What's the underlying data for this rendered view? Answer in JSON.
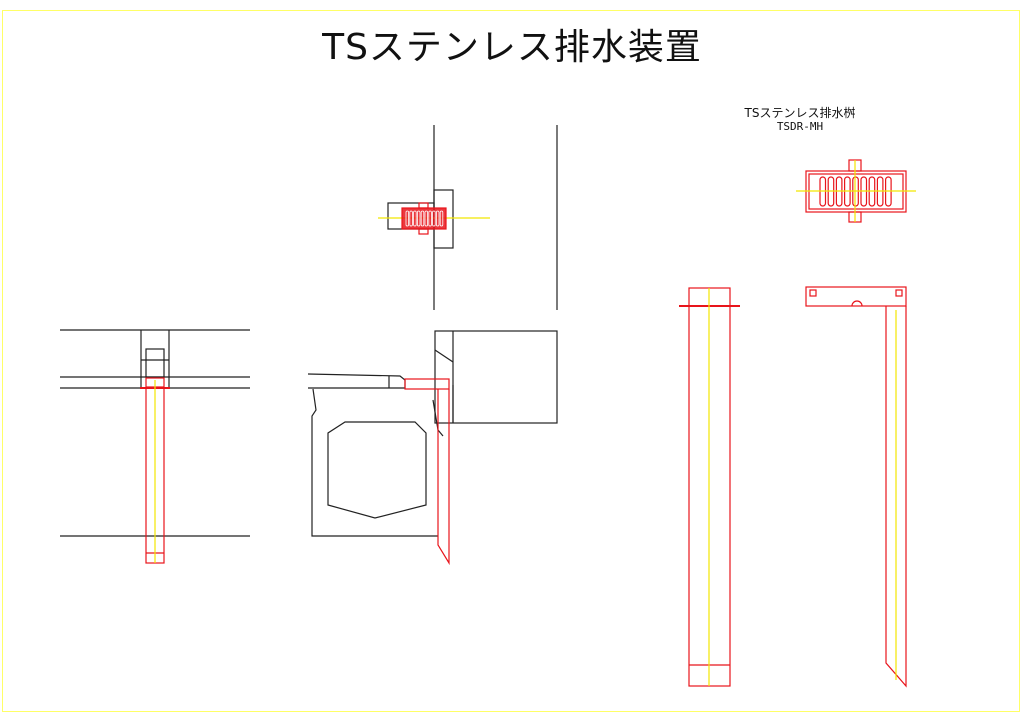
{
  "drawing": {
    "title": "TSステンレス排水装置",
    "product_name": "TSステンレス排水桝",
    "product_code": "TSDR-MH"
  },
  "colors": {
    "outline": "#222222",
    "part": "#e8141b",
    "centerline": "#f2e600",
    "frame": "#ffff66"
  },
  "views": [
    {
      "id": "front-section",
      "description": "Front section through slab"
    },
    {
      "id": "plan-view",
      "description": "Plan view of grating at wall"
    },
    {
      "id": "side-section",
      "description": "Side section with box girder"
    },
    {
      "id": "product-plan",
      "description": "Grating plan"
    },
    {
      "id": "product-front",
      "description": "Drain pipe front"
    },
    {
      "id": "product-side",
      "description": "Drain pipe side"
    }
  ]
}
